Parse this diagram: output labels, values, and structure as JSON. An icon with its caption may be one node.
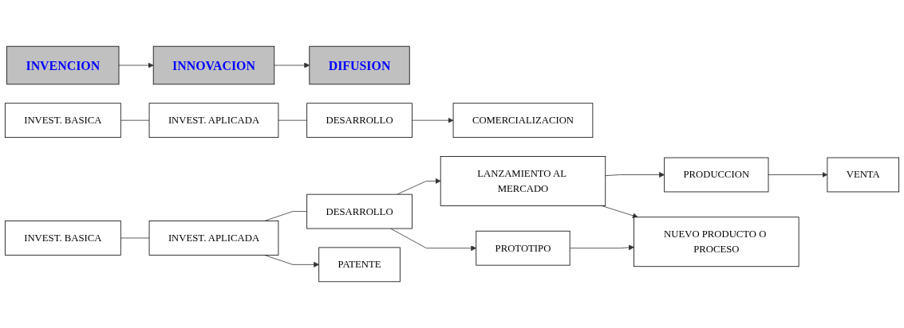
{
  "diagram": {
    "nodes": [
      {
        "text": [
          "INVENCION"
        ]
      },
      {
        "text": [
          "INNOVACION"
        ]
      },
      {
        "text": [
          "DIFUSION"
        ]
      },
      {
        "text": [
          "INVEST. BASICA"
        ]
      },
      {
        "text": [
          "INVEST. APLICADA"
        ]
      },
      {
        "text": [
          "DESARROLLO"
        ]
      },
      {
        "text": [
          "COMERCIALIZACION"
        ]
      },
      {
        "text": [
          "INVEST. BASICA"
        ]
      },
      {
        "text": [
          "INVEST. APLICADA"
        ]
      },
      {
        "text": [
          "DESARROLLO"
        ]
      },
      {
        "text": [
          "LANZAMIENTO AL MERCADO"
        ]
      },
      {
        "text": [
          "PRODUCCION"
        ]
      },
      {
        "text": [
          "PATENTE"
        ]
      },
      {
        "text": [
          "PROTOTIPO"
        ]
      },
      {
        "text": [
          "NUEVO PRODUCTO O PROCESO"
        ]
      },
      {
        "text": [
          "VENTA"
        ]
      }
    ],
    "edges": [
      {
        "from": 0,
        "to": 1,
        "arrow": "to"
      },
      {
        "from": 1,
        "to": 2,
        "arrow": "to"
      },
      {
        "from": 3,
        "to": 4,
        "arrow": "none"
      },
      {
        "from": 4,
        "to": 5,
        "arrow": "none"
      },
      {
        "from": 5,
        "to": 6,
        "arrow": "to"
      },
      {
        "from": 7,
        "to": 8,
        "arrow": "none"
      },
      {
        "from": 8,
        "to": 9,
        "arrow": "none"
      },
      {
        "from": 9,
        "to": 10,
        "arrow": "to"
      },
      {
        "from": 10,
        "to": 11,
        "arrow": "to"
      },
      {
        "from": 8,
        "to": 12,
        "arrow": "to"
      },
      {
        "from": 9,
        "to": 13,
        "arrow": "to"
      },
      {
        "from": 10,
        "to": 14,
        "arrow": "to"
      },
      {
        "from": 11,
        "to": 15,
        "arrow": "to"
      },
      {
        "from": 13,
        "to": 14,
        "arrow": "to"
      }
    ]
  }
}
